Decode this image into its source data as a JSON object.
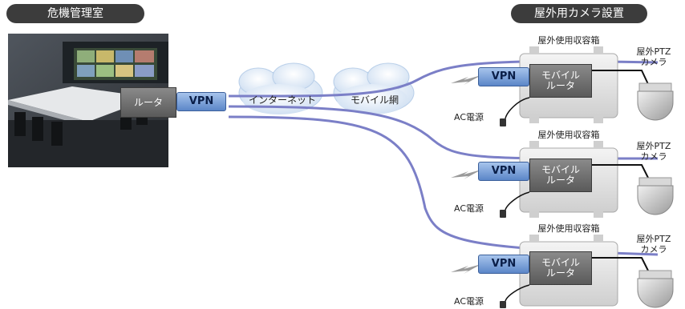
{
  "headers": {
    "left": "危機管理室",
    "right": "屋外用カメラ設置"
  },
  "center_router": {
    "label": "ルータ",
    "vpn": "VPN"
  },
  "clouds": {
    "internet": "インターネット",
    "mobile": "モバイル網"
  },
  "sites": [
    {
      "box_label": "屋外使用収容箱",
      "vpn": "VPN",
      "router_line1": "モバイル",
      "router_line2": "ルータ",
      "power": "AC電源",
      "camera_line1": "屋外PTZ",
      "camera_line2": "カメラ"
    },
    {
      "box_label": "屋外使用収容箱",
      "vpn": "VPN",
      "router_line1": "モバイル",
      "router_line2": "ルータ",
      "power": "AC電源",
      "camera_line1": "屋外PTZ",
      "camera_line2": "カメラ"
    },
    {
      "box_label": "屋外使用収容箱",
      "vpn": "VPN",
      "router_line1": "モバイル",
      "router_line2": "ルータ",
      "power": "AC電源",
      "camera_line1": "屋外PTZ",
      "camera_line2": "カメラ"
    }
  ],
  "colors": {
    "link": "#7b7fc7",
    "pill": "#3c3c3c",
    "vpn": "#5b86c8",
    "box": "#e6e6e6"
  },
  "icons": {
    "power": "plug-icon",
    "camera": "dome-camera-icon",
    "wireless": "lightning-icon"
  }
}
